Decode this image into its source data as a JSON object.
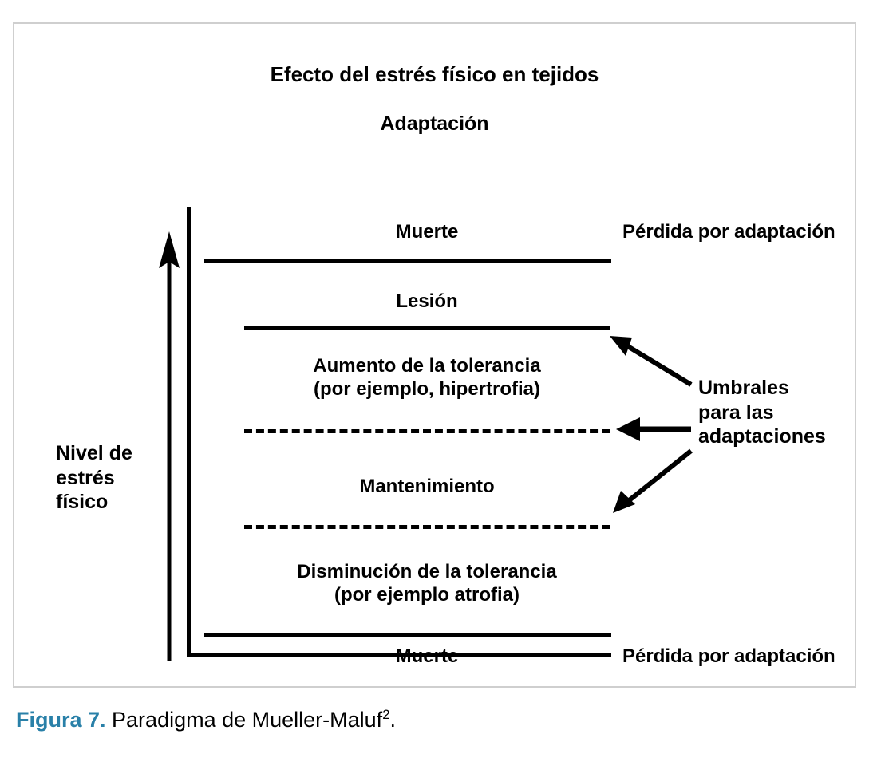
{
  "figure": {
    "title": "Efecto del estrés físico en tejidos",
    "subtitle": "Adaptación",
    "axis_y_label": "Nivel de\nestrés\nfísico",
    "bands": [
      {
        "name": "muerte-top",
        "label": "Muerte"
      },
      {
        "name": "lesion",
        "label": "Lesión"
      },
      {
        "name": "aumento-tolerancia",
        "label": "Aumento de la tolerancia\n(por ejemplo, hipertrofia)"
      },
      {
        "name": "mantenimiento",
        "label": "Mantenimiento"
      },
      {
        "name": "disminucion-tolerancia",
        "label": "Disminución de la tolerancia\n(por ejemplo atrofia)"
      },
      {
        "name": "muerte-bottom",
        "label": "Muerte"
      }
    ],
    "side_labels": {
      "perdida_top": "Pérdida por adaptación",
      "perdida_bottom": "Pérdida por adaptación",
      "umbrales": "Umbrales\npara las\nadaptaciones"
    },
    "separators": [
      {
        "name": "muerte-top-boundary",
        "style": "solid"
      },
      {
        "name": "lesion-boundary",
        "style": "solid"
      },
      {
        "name": "upper-threshold",
        "style": "dashed"
      },
      {
        "name": "lower-threshold",
        "style": "dashed"
      },
      {
        "name": "muerte-bottom-boundary",
        "style": "solid"
      }
    ],
    "colors": {
      "ink": "#000000",
      "frame": "#cfcfcf",
      "caption_accent": "#2980a8",
      "background": "#ffffff"
    }
  },
  "caption": {
    "label": "Figura 7.",
    "text": " Paradigma de Mueller-Maluf",
    "superscript": "2",
    "period": "."
  }
}
